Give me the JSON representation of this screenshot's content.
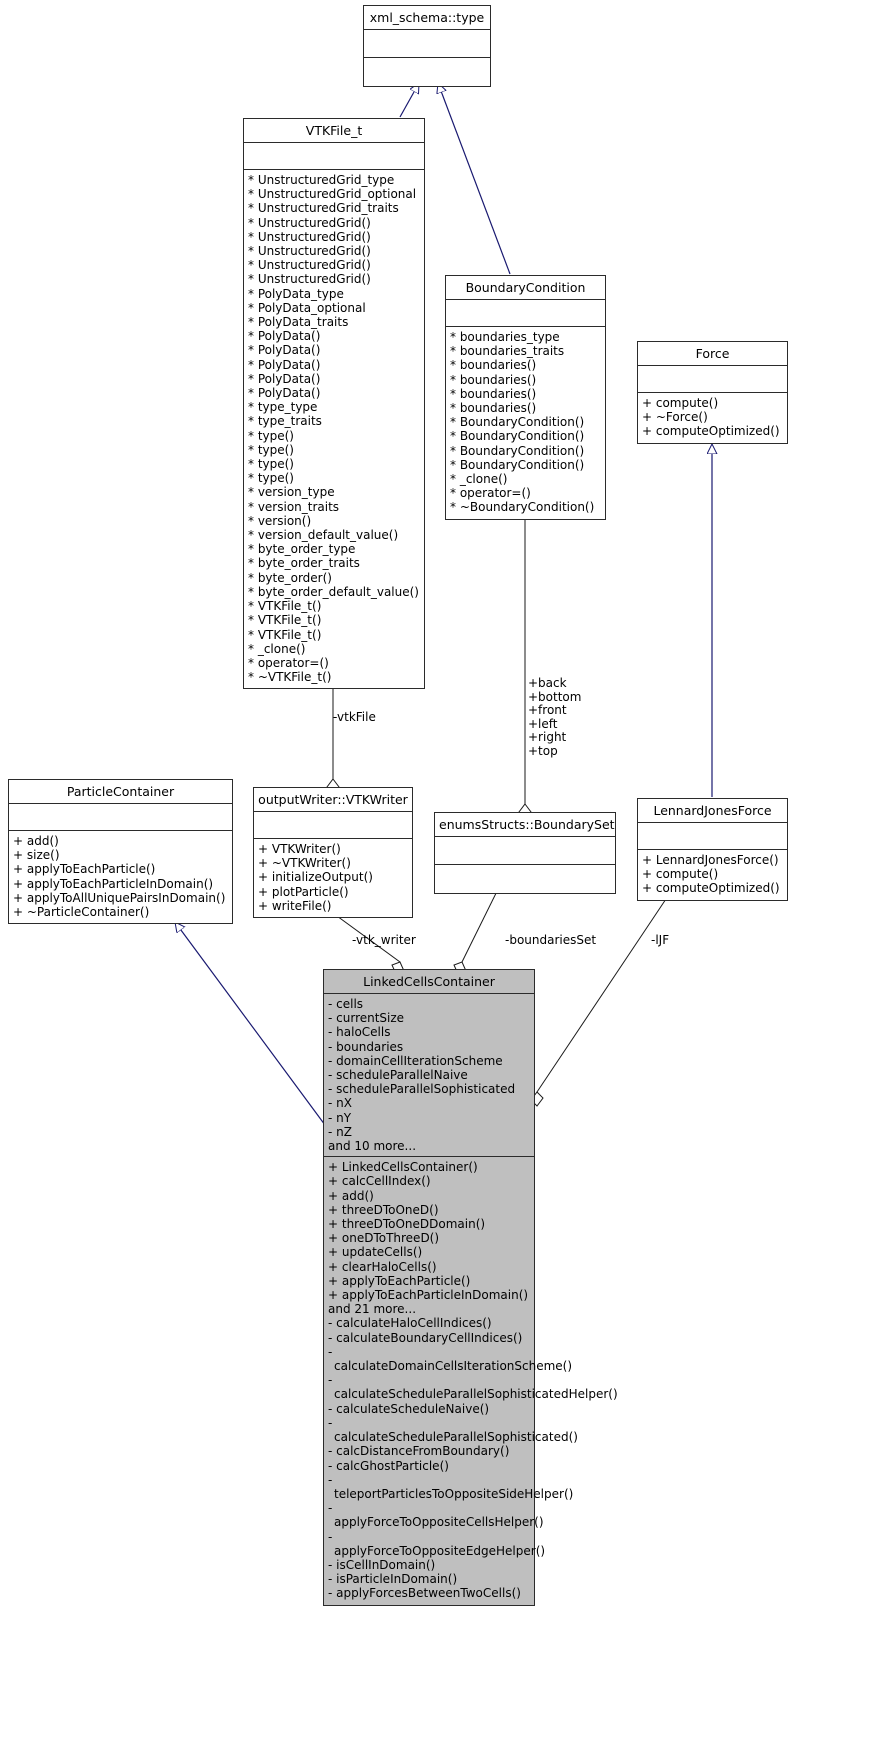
{
  "diagram": {
    "title": "UML class inheritance and collaboration diagram",
    "colors": {
      "inheritance_arrow": "#191970",
      "association_line": "#1a1a1a",
      "node_border": "#2b2b2b",
      "node_fill": "#ffffff",
      "highlight_fill": "#bfbfbf"
    }
  },
  "nodes": {
    "xml_schema_type": {
      "title": "xml_schema::type",
      "attributes": [],
      "operations": []
    },
    "vtkfile_t": {
      "title": "VTKFile_t",
      "attributes": [],
      "operations": [
        "* UnstructuredGrid_type",
        "* UnstructuredGrid_optional",
        "* UnstructuredGrid_traits",
        "* UnstructuredGrid()",
        "* UnstructuredGrid()",
        "* UnstructuredGrid()",
        "* UnstructuredGrid()",
        "* UnstructuredGrid()",
        "* PolyData_type",
        "* PolyData_optional",
        "* PolyData_traits",
        "* PolyData()",
        "* PolyData()",
        "* PolyData()",
        "* PolyData()",
        "* PolyData()",
        "* type_type",
        "* type_traits",
        "* type()",
        "* type()",
        "* type()",
        "* type()",
        "* version_type",
        "* version_traits",
        "* version()",
        "* version_default_value()",
        "* byte_order_type",
        "* byte_order_traits",
        "* byte_order()",
        "* byte_order_default_value()",
        "* VTKFile_t()",
        "* VTKFile_t()",
        "* VTKFile_t()",
        "* _clone()",
        "* operator=()",
        "* ~VTKFile_t()"
      ]
    },
    "boundary_condition": {
      "title": "BoundaryCondition",
      "attributes": [],
      "operations": [
        "* boundaries_type",
        "* boundaries_traits",
        "* boundaries()",
        "* boundaries()",
        "* boundaries()",
        "* boundaries()",
        "* BoundaryCondition()",
        "* BoundaryCondition()",
        "* BoundaryCondition()",
        "* BoundaryCondition()",
        "* _clone()",
        "* operator=()",
        "* ~BoundaryCondition()"
      ]
    },
    "force": {
      "title": "Force",
      "attributes": [],
      "operations": [
        "+ compute()",
        "+ ~Force()",
        "+ computeOptimized()"
      ]
    },
    "particle_container": {
      "title": "ParticleContainer",
      "attributes": [],
      "operations": [
        "+ add()",
        "+ size()",
        "+ applyToEachParticle()",
        "+ applyToEachParticleInDomain()",
        "+ applyToAllUniquePairsInDomain()",
        "+ ~ParticleContainer()"
      ]
    },
    "vtk_writer": {
      "title": "outputWriter::VTKWriter",
      "attributes": [],
      "operations": [
        "+ VTKWriter()",
        "+ ~VTKWriter()",
        "+ initializeOutput()",
        "+ plotParticle()",
        "+ writeFile()"
      ]
    },
    "boundary_set": {
      "title": "enumsStructs::BoundarySet",
      "attributes": [],
      "operations": []
    },
    "lennard_jones_force": {
      "title": "LennardJonesForce",
      "attributes": [],
      "operations": [
        "+ LennardJonesForce()",
        "+ compute()",
        "+ computeOptimized()"
      ]
    },
    "linked_cells_container": {
      "title": "LinkedCellsContainer",
      "attributes": [
        "- cells",
        "- currentSize",
        "- haloCells",
        "- boundaries",
        "- domainCellIterationScheme",
        "- scheduleParallelNaive",
        "- scheduleParallelSophisticated",
        "- nX",
        "- nY",
        "- nZ",
        "and 10 more..."
      ],
      "operations": [
        "+ LinkedCellsContainer()",
        "+ calcCellIndex()",
        "+ add()",
        "+ threeDToOneD()",
        "+ threeDToOneDDomain()",
        "+ oneDToThreeD()",
        "+ updateCells()",
        "+ clearHaloCells()",
        "+ applyToEachParticle()",
        "+ applyToEachParticleInDomain()",
        "and 21 more...",
        "- calculateHaloCellIndices()",
        "- calculateBoundaryCellIndices()",
        "- calculateDomainCellsIterationScheme()",
        "- calculateScheduleParallelSophisticatedHelper()",
        "- calculateScheduleNaive()",
        "- calculateScheduleParallelSophisticated()",
        "- calcDistanceFromBoundary()",
        "- calcGhostParticle()",
        "- teleportParticlesToOppositeSideHelper()",
        "- applyForceToOppositeCellsHelper()",
        "- applyForceToOppositeEdgeHelper()",
        "- isCellInDomain()",
        "- isParticleInDomain()",
        "- applyForcesBetweenTwoCells()"
      ]
    }
  },
  "edge_labels": {
    "vtk_file": "-vtkFile",
    "boundaries_roles": "+back\n+bottom\n+front\n+left\n+right\n+top",
    "vtk_writer": "-vtk_writer",
    "boundaries_set": "-boundariesSet",
    "ljf": "-lJF"
  }
}
